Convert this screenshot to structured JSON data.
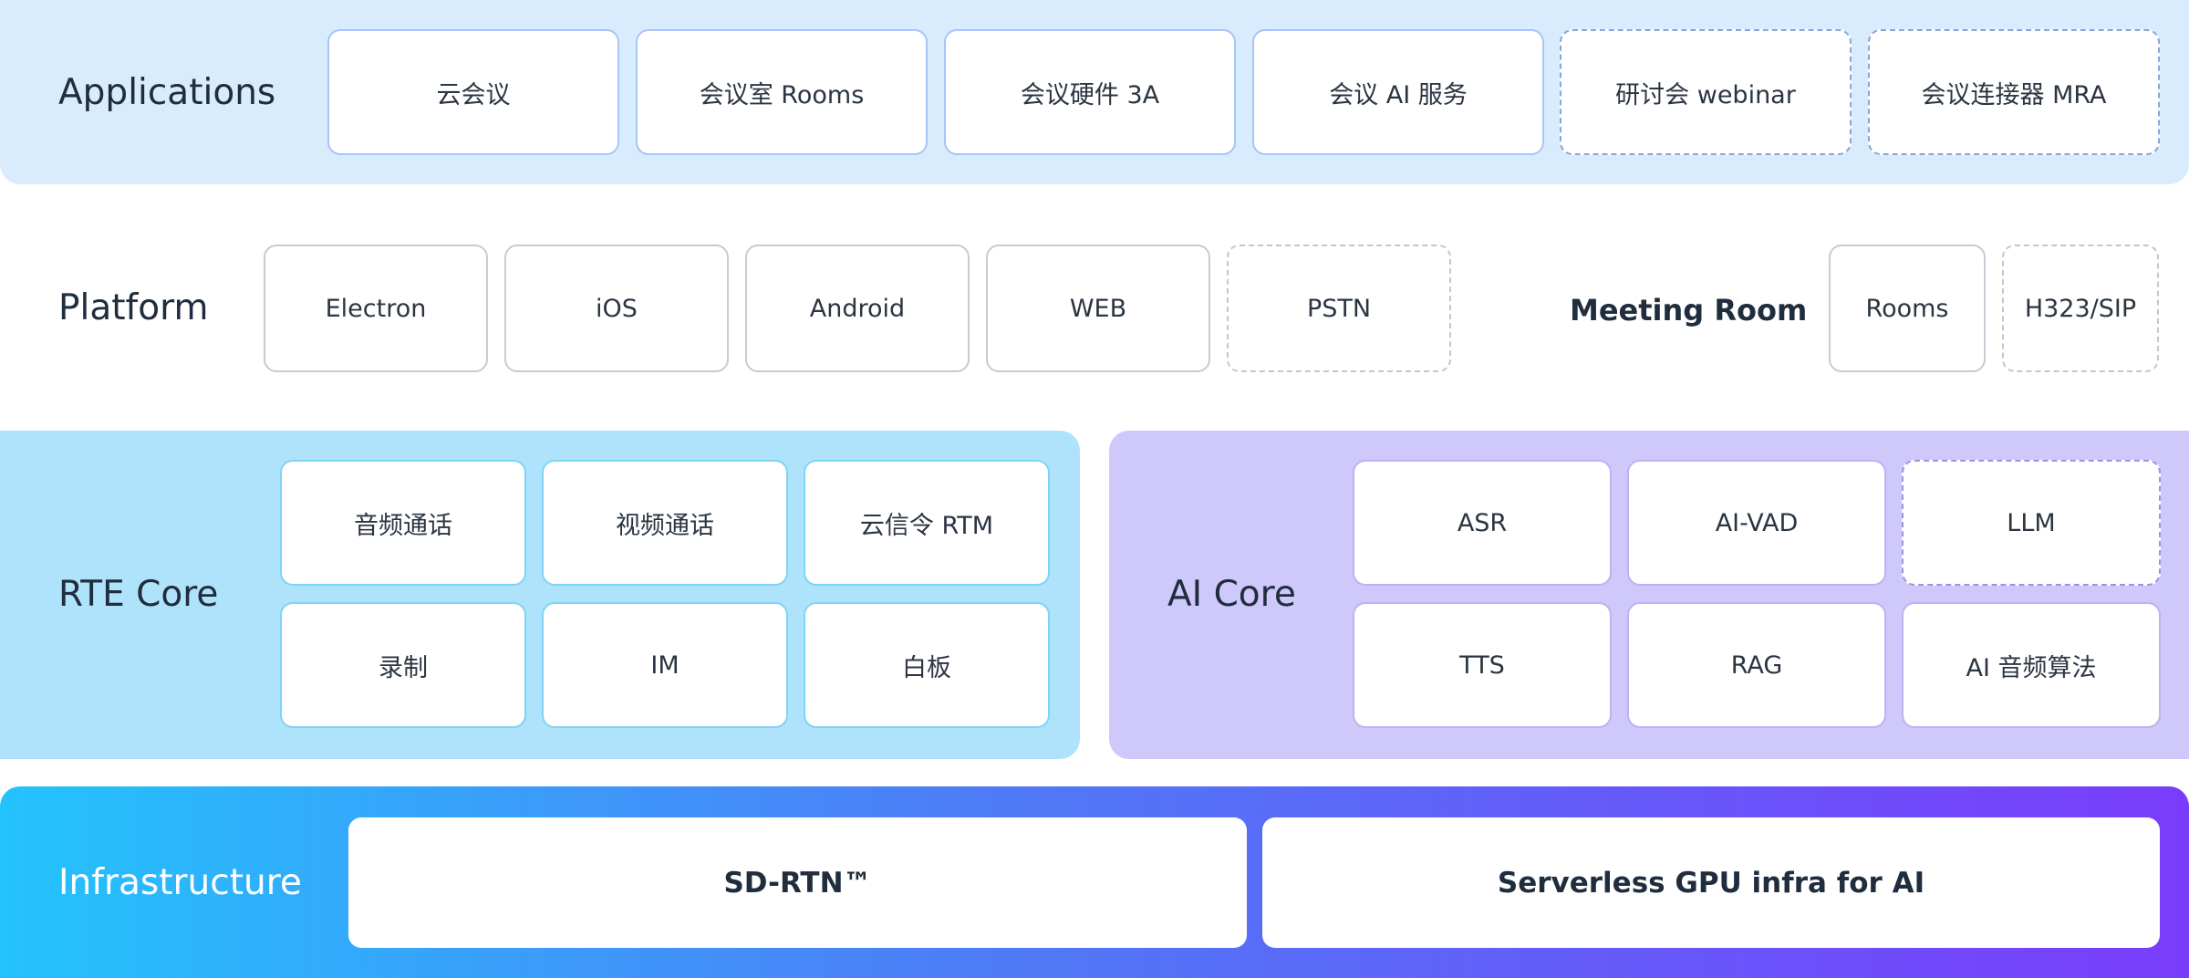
{
  "applications": {
    "label": "Applications",
    "items": [
      "云会议",
      "会议室 Rooms",
      "会议硬件 3A",
      "会议 AI 服务",
      "研讨会 webinar",
      "会议连接器 MRA"
    ]
  },
  "platform": {
    "label": "Platform",
    "items": [
      "Electron",
      "iOS",
      "Android",
      "WEB",
      "PSTN"
    ],
    "meeting_room_label": "Meeting Room",
    "meeting_room_items": [
      "Rooms",
      "H323/SIP"
    ]
  },
  "rte_core": {
    "label": "RTE Core",
    "items": [
      "音频通话",
      "视频通话",
      "云信令 RTM",
      "录制",
      "IM",
      "白板"
    ]
  },
  "ai_core": {
    "label": "AI Core",
    "items": [
      "ASR",
      "AI-VAD",
      "LLM",
      "TTS",
      "RAG",
      "AI 音频算法"
    ]
  },
  "infrastructure": {
    "label": "Infrastructure",
    "items": [
      "SD-RTN™",
      "Serverless GPU infra for AI"
    ]
  },
  "colors": {
    "applications_band": "#d9ecfd",
    "rte_band": "#aee3fb",
    "ai_band": "#cfc8fb",
    "infra_gradient_start": "#24c3fd",
    "infra_gradient_end": "#7a3cfb"
  }
}
